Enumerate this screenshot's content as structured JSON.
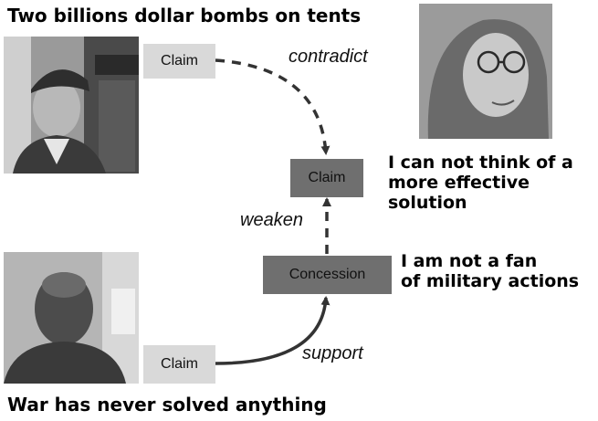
{
  "captions": {
    "top": "Two billions dollar bombs on tents",
    "right_upper": [
      "I can not think of a",
      "more effective",
      "solution"
    ],
    "right_lower": [
      "I am not a fan",
      "of military actions"
    ],
    "bottom": "War has never solved anything"
  },
  "nodes": {
    "claim_top": "Claim",
    "claim_center": "Claim",
    "concession": "Concession",
    "claim_bottom": "Claim"
  },
  "relations": {
    "contradict": "contradict",
    "weaken": "weaken",
    "support": "support"
  },
  "colors": {
    "light_box": "#d9d9d9",
    "dark_box": "#6f6f6f",
    "arrow": "#333333"
  }
}
